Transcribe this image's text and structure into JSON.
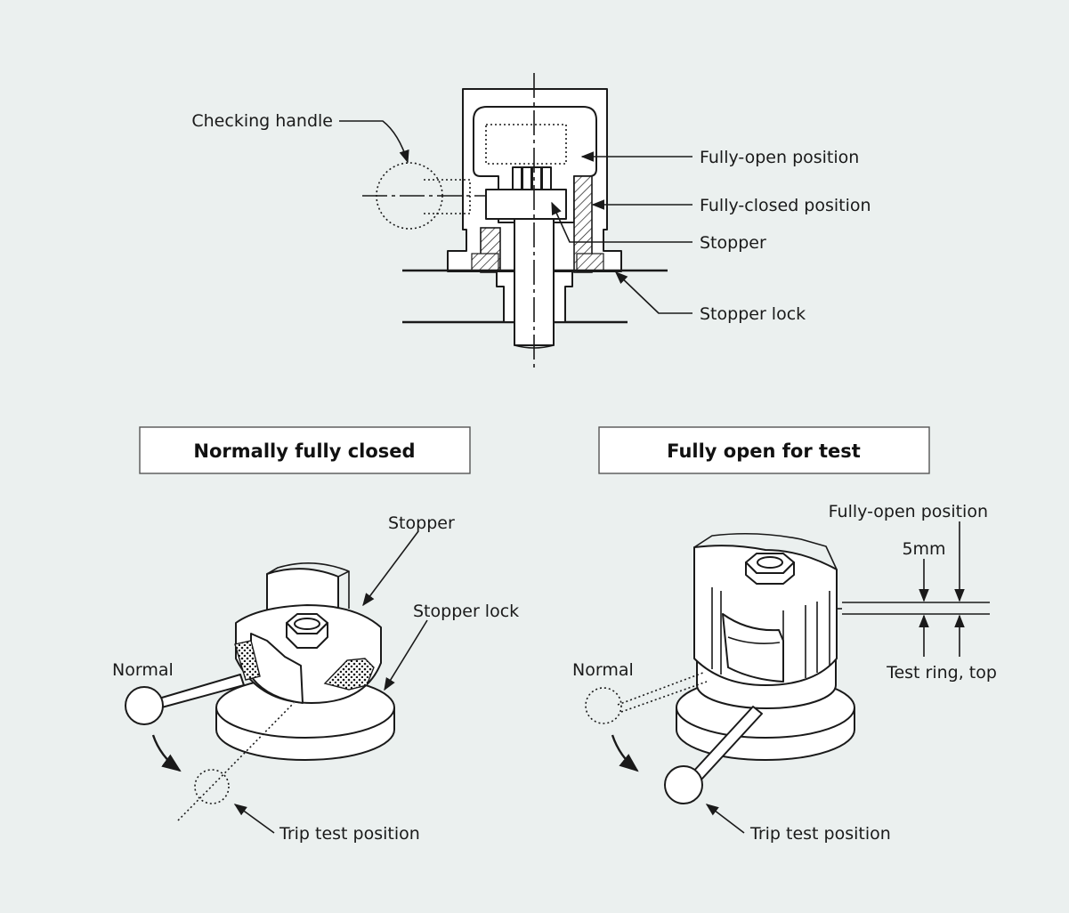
{
  "top_diagram": {
    "labels": {
      "checking_handle": "Checking handle",
      "fully_open_position": "Fully-open position",
      "fully_closed_position": "Fully-closed position",
      "stopper": "Stopper",
      "stopper_lock": "Stopper lock"
    }
  },
  "left_panel": {
    "title": "Normally fully closed",
    "labels": {
      "stopper": "Stopper",
      "stopper_lock": "Stopper lock",
      "normal": "Normal",
      "trip_test_position": "Trip test position"
    }
  },
  "right_panel": {
    "title": "Fully open for test",
    "labels": {
      "fully_open_position": "Fully-open position",
      "dimension": "5mm",
      "test_ring_top": "Test ring, top",
      "normal": "Normal",
      "trip_test_position": "Trip test position"
    }
  }
}
